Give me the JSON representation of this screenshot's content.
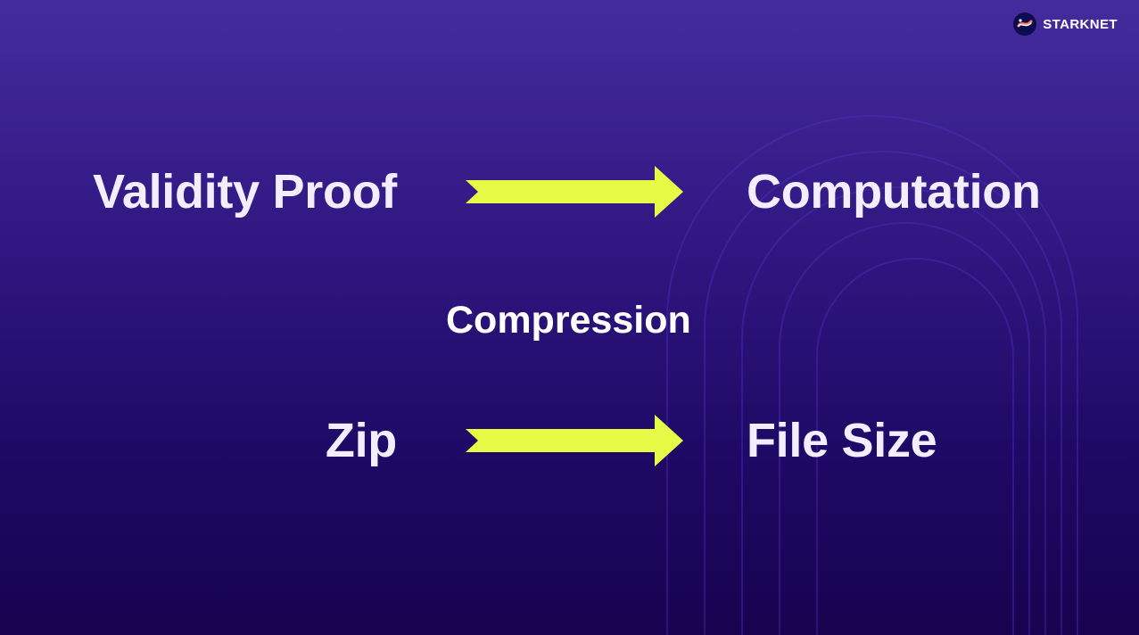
{
  "slide": {
    "brand": {
      "logo_icon": "starknet-logo-icon",
      "name": "STARKNET"
    },
    "rows": [
      {
        "from": "Validity Proof",
        "to": "Computation",
        "arrow_icon": "arrow-right-icon"
      },
      {
        "from": "Zip",
        "to": "File Size",
        "arrow_icon": "arrow-right-icon"
      }
    ],
    "middle_label": "Compression"
  },
  "colors": {
    "background_top": "#442c9d",
    "background_bottom": "#17034f",
    "text": "#f3eeff",
    "arrow": "#e6fb46",
    "arch_lines": "#5a35c8"
  }
}
